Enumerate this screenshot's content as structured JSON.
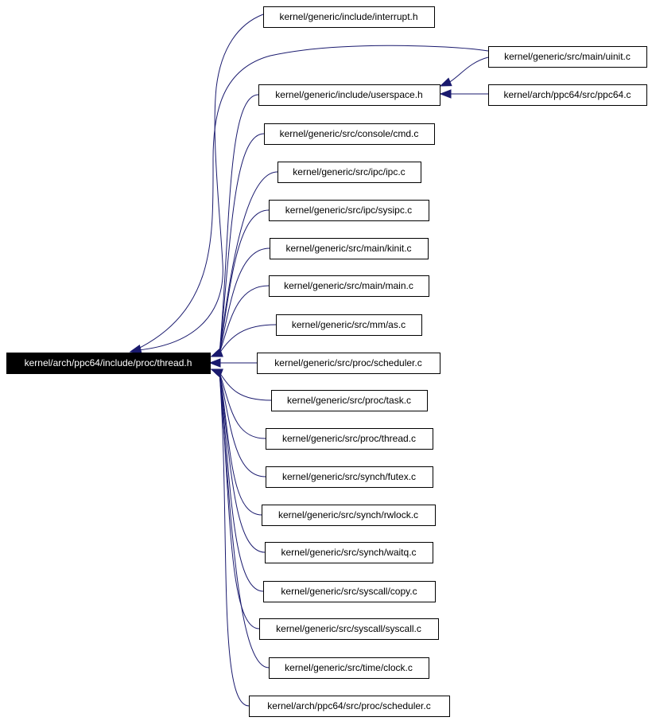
{
  "diagram": {
    "root": {
      "id": "thread_h",
      "label": "kernel/arch/ppc64/include/proc/thread.h"
    },
    "nodes": [
      {
        "id": "interrupt_h",
        "label": "kernel/generic/include/interrupt.h"
      },
      {
        "id": "uinit_c",
        "label": "kernel/generic/src/main/uinit.c"
      },
      {
        "id": "userspace_h",
        "label": "kernel/generic/include/userspace.h"
      },
      {
        "id": "ppc64_c",
        "label": "kernel/arch/ppc64/src/ppc64.c"
      },
      {
        "id": "cmd_c",
        "label": "kernel/generic/src/console/cmd.c"
      },
      {
        "id": "ipc_c",
        "label": "kernel/generic/src/ipc/ipc.c"
      },
      {
        "id": "sysipc_c",
        "label": "kernel/generic/src/ipc/sysipc.c"
      },
      {
        "id": "kinit_c",
        "label": "kernel/generic/src/main/kinit.c"
      },
      {
        "id": "main_c",
        "label": "kernel/generic/src/main/main.c"
      },
      {
        "id": "as_c",
        "label": "kernel/generic/src/mm/as.c"
      },
      {
        "id": "scheduler_c",
        "label": "kernel/generic/src/proc/scheduler.c"
      },
      {
        "id": "task_c",
        "label": "kernel/generic/src/proc/task.c"
      },
      {
        "id": "thread_c",
        "label": "kernel/generic/src/proc/thread.c"
      },
      {
        "id": "futex_c",
        "label": "kernel/generic/src/synch/futex.c"
      },
      {
        "id": "rwlock_c",
        "label": "kernel/generic/src/synch/rwlock.c"
      },
      {
        "id": "waitq_c",
        "label": "kernel/generic/src/synch/waitq.c"
      },
      {
        "id": "copy_c",
        "label": "kernel/generic/src/syscall/copy.c"
      },
      {
        "id": "syscall_c",
        "label": "kernel/generic/src/syscall/syscall.c"
      },
      {
        "id": "clock_c",
        "label": "kernel/generic/src/time/clock.c"
      },
      {
        "id": "arch_scheduler_c",
        "label": "kernel/arch/ppc64/src/proc/scheduler.c"
      }
    ],
    "edges": [
      {
        "from": "interrupt_h",
        "to": "thread_h"
      },
      {
        "from": "uinit_c",
        "to": "thread_h"
      },
      {
        "from": "uinit_c",
        "to": "userspace_h"
      },
      {
        "from": "ppc64_c",
        "to": "userspace_h"
      },
      {
        "from": "userspace_h",
        "to": "thread_h"
      },
      {
        "from": "cmd_c",
        "to": "thread_h"
      },
      {
        "from": "ipc_c",
        "to": "thread_h"
      },
      {
        "from": "sysipc_c",
        "to": "thread_h"
      },
      {
        "from": "kinit_c",
        "to": "thread_h"
      },
      {
        "from": "main_c",
        "to": "thread_h"
      },
      {
        "from": "as_c",
        "to": "thread_h"
      },
      {
        "from": "scheduler_c",
        "to": "thread_h"
      },
      {
        "from": "task_c",
        "to": "thread_h"
      },
      {
        "from": "thread_c",
        "to": "thread_h"
      },
      {
        "from": "futex_c",
        "to": "thread_h"
      },
      {
        "from": "rwlock_c",
        "to": "thread_h"
      },
      {
        "from": "waitq_c",
        "to": "thread_h"
      },
      {
        "from": "copy_c",
        "to": "thread_h"
      },
      {
        "from": "syscall_c",
        "to": "thread_h"
      },
      {
        "from": "clock_c",
        "to": "thread_h"
      },
      {
        "from": "arch_scheduler_c",
        "to": "thread_h"
      }
    ],
    "colors": {
      "edge": "#1a1a6e",
      "root_fill": "#000000",
      "root_text": "#ffffff"
    }
  }
}
